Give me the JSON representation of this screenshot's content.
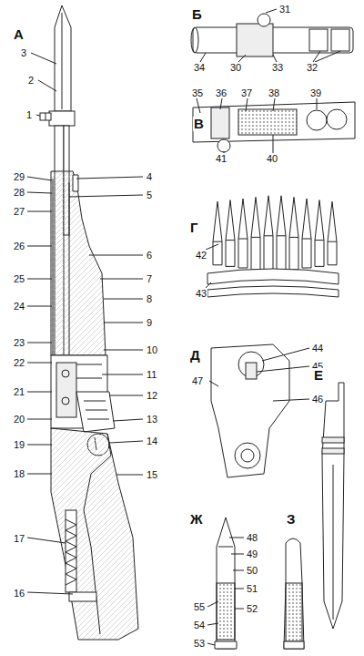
{
  "diagram": {
    "labels": [
      "А",
      "3",
      "2",
      "1",
      "29",
      "28",
      "27",
      "26",
      "25",
      "24",
      "23",
      "22",
      "21",
      "20",
      "19",
      "18",
      "17",
      "16",
      "4",
      "5",
      "6",
      "7",
      "8",
      "9",
      "10",
      "11",
      "12",
      "13",
      "14",
      "15",
      "Б",
      "31",
      "34",
      "30",
      "33",
      "32",
      "В",
      "35",
      "36",
      "37",
      "38",
      "39",
      "41",
      "40",
      "Г",
      "42",
      "43",
      "Д",
      "44",
      "45",
      "47",
      "46",
      "Е",
      "Ж",
      "48",
      "49",
      "50",
      "55",
      "51",
      "54",
      "52",
      "53",
      "З"
    ]
  }
}
